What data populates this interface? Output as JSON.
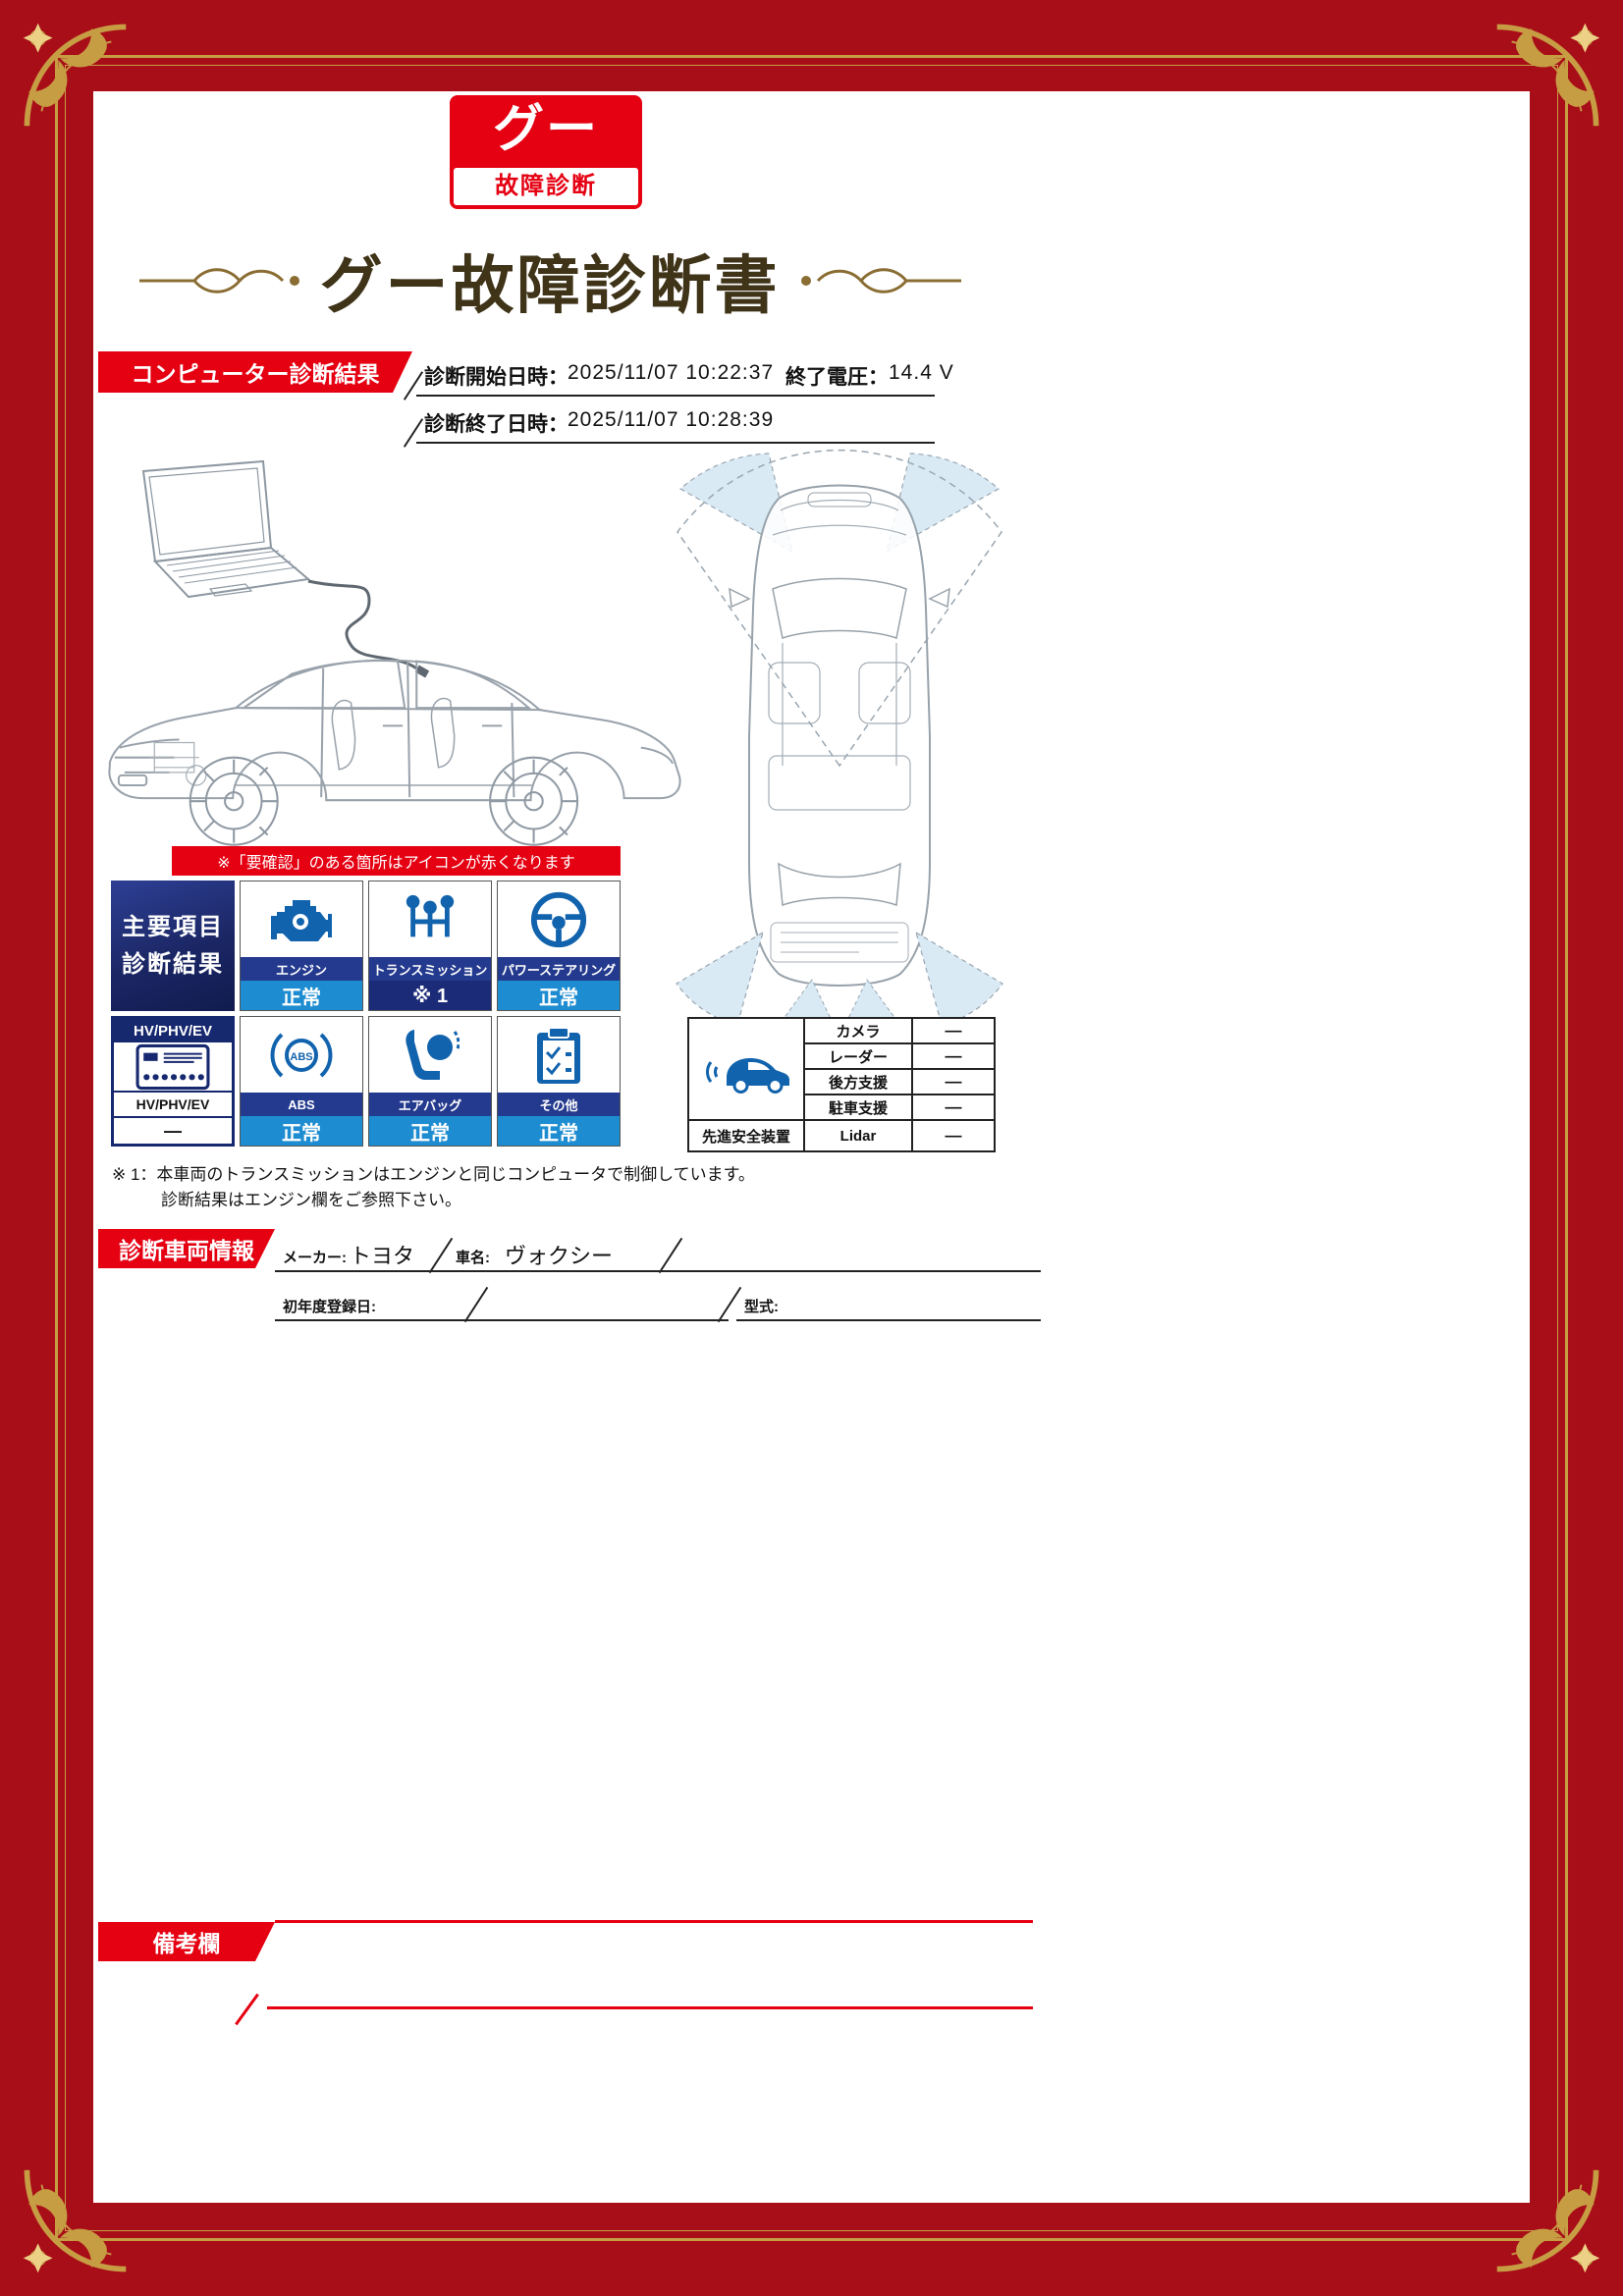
{
  "colors": {
    "accent_red": "#e50012",
    "frame_red": "#a80e18",
    "gold": "#c79d44",
    "navy": "#243a8e",
    "status_blue": "#1d8cd0"
  },
  "logo": {
    "brand": "グー",
    "subtitle": "故障診断"
  },
  "title": "グー故障診断書",
  "diagnosis": {
    "banner": "コンピューター診断結果",
    "start_label": "診断開始日時：",
    "start_value": "2025/11/07 10:22:37",
    "voltage_label": "終了電圧：",
    "voltage_value": "14.4 V",
    "end_label": "診断終了日時：",
    "end_value": "2025/11/07 10:28:39"
  },
  "notice": "※「要確認」のある箇所はアイコンが赤くなります",
  "results": {
    "panel_line1": "主要項目",
    "panel_line2": "診断結果",
    "tiles": [
      {
        "label": "エンジン",
        "status": "正常"
      },
      {
        "label": "トランスミッション",
        "status": "※ 1"
      },
      {
        "label": "パワーステアリング",
        "status": "正常"
      },
      {
        "label": "ABS",
        "status": "正常"
      },
      {
        "label": "エアバッグ",
        "status": "正常"
      },
      {
        "label": "その他",
        "status": "正常"
      }
    ],
    "hv_tile": {
      "header": "HV/PHV/EV",
      "label": "HV/PHV/EV",
      "status": "—"
    }
  },
  "safety": {
    "label": "先進安全装置",
    "rows": [
      {
        "name": "カメラ",
        "value": "—"
      },
      {
        "name": "レーダー",
        "value": "—"
      },
      {
        "name": "後方支援",
        "value": "—"
      },
      {
        "name": "駐車支援",
        "value": "—"
      },
      {
        "name": "Lidar",
        "value": "—"
      }
    ]
  },
  "footnote": {
    "line1": "※ 1：本車両のトランスミッションはエンジンと同じコンピュータで制御しています。",
    "line2": "診断結果はエンジン欄をご参照下さい。"
  },
  "vehicle": {
    "banner": "診断車両情報",
    "maker_label": "メーカー:",
    "maker_value": "トヨタ",
    "name_label": "車名:",
    "name_value": "ヴォクシー",
    "registration_label": "初年度登録日:",
    "model_label": "型式:"
  },
  "remarks": {
    "banner": "備考欄"
  }
}
